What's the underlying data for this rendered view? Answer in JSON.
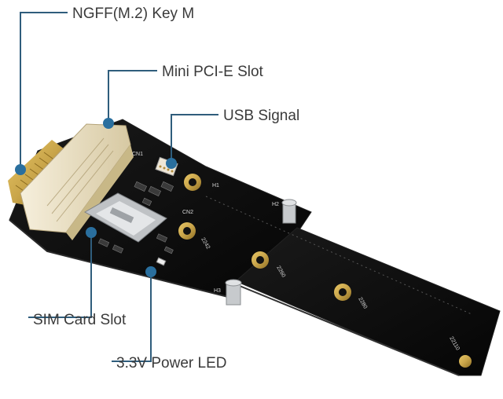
{
  "callouts": {
    "ngff": "NGFF(M.2) Key M",
    "mini_pcie": "Mini PCI-E Slot",
    "usb": "USB Signal",
    "sim": "SIM Card Slot",
    "led": "3.3V Power LED"
  },
  "board_silkscreen": {
    "cn1": "CN1",
    "cn2": "CN2",
    "h1": "H1",
    "h2": "H2",
    "h3": "H3",
    "sizes": [
      "2242",
      "2260",
      "2280",
      "22110"
    ]
  },
  "colors": {
    "board": "#0b0b0b",
    "callout_line": "#2f5d7c",
    "callout_dot": "#2a6f9e",
    "label": "#3a3a3a",
    "gold": "#c9a54a",
    "connector": "#efe4c8"
  }
}
